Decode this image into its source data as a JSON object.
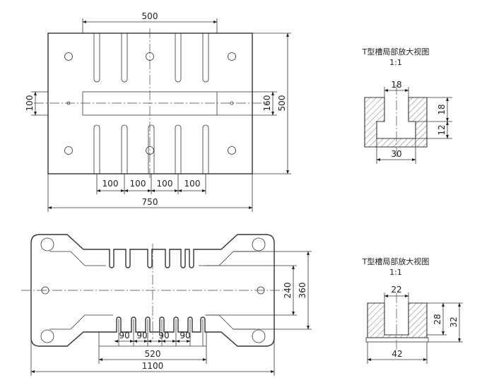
{
  "top_plate": {
    "dims": {
      "width_500": "500",
      "height_500": "500",
      "slot_100": "100",
      "slot_160": "160",
      "spacings": [
        "100",
        "100",
        "100",
        "100"
      ],
      "overall_750": "750"
    }
  },
  "bottom_plate": {
    "dims": {
      "height_240": "240",
      "height_360": "360",
      "spacings": [
        "90",
        "90",
        "90",
        "90"
      ],
      "inner_520": "520",
      "overall_1100": "1100"
    }
  },
  "detail_1": {
    "title": "T型槽局部放大视图",
    "scale": "1:1",
    "dims": {
      "top": "18",
      "right_upper": "18",
      "right_lower": "12",
      "bottom": "30"
    }
  },
  "detail_2": {
    "title": "T型槽局部放大视图",
    "scale": "1:1",
    "dims": {
      "top": "22",
      "right_inner": "28",
      "right_outer": "32",
      "bottom": "42"
    }
  }
}
